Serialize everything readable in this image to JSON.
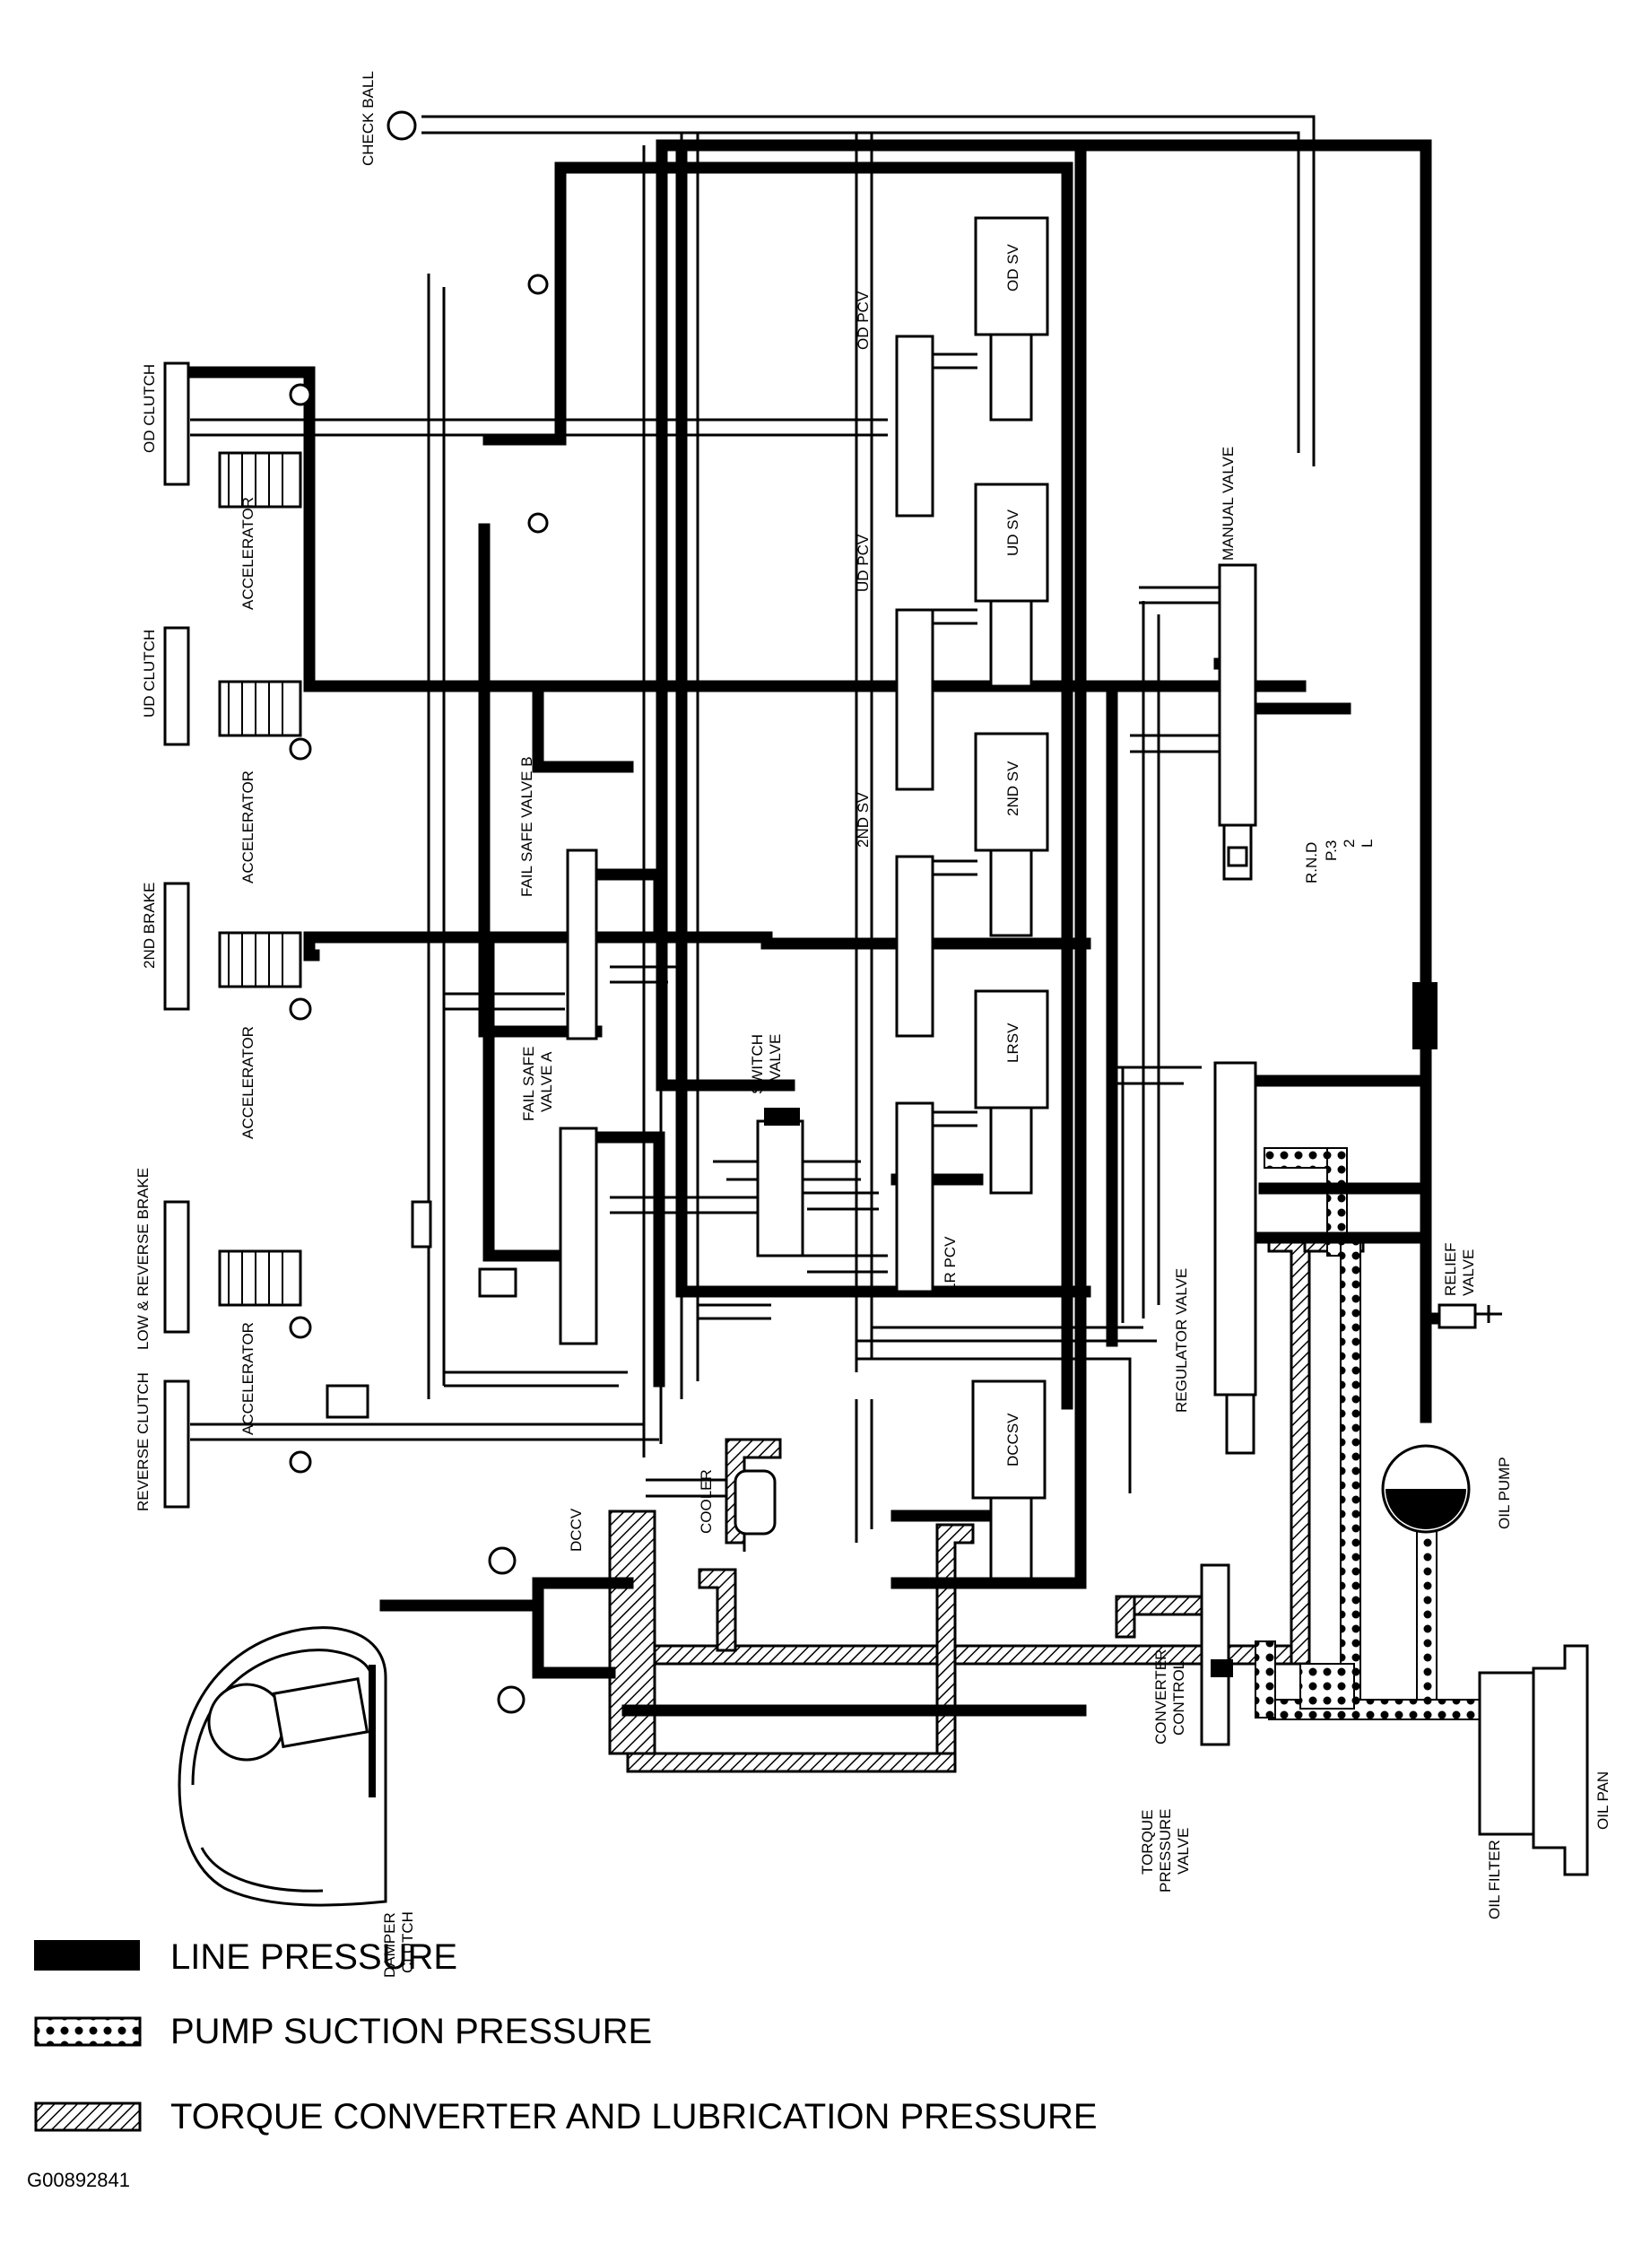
{
  "labels": {
    "check_ball": "CHECK BALL",
    "od_clutch": "OD CLUTCH",
    "ud_clutch": "UD CLUTCH",
    "second_brake": "2ND BRAKE",
    "low_reverse_brake": "LOW & REVERSE BRAKE",
    "reverse_clutch": "REVERSE CLUTCH",
    "accelerator": "ACCELERATOR",
    "fail_safe_valve_b": "FAIL SAFE VALVE B",
    "fail_safe_valve_a_1": "FAIL SAFE",
    "fail_safe_valve_a_2": "VALVE A",
    "switch_valve_1": "SWITCH",
    "switch_valve_2": "VALVE",
    "od_pcv": "OD PCV",
    "ud_pcv": "UD PCV",
    "second_sv": "2ND SV",
    "lr_pcv": "LR PCV",
    "od_sv": "OD SV",
    "ud_sv": "UD SV",
    "second_sv_box": "2ND SV",
    "lrsv": "LRSV",
    "dcsv": "DCCSV",
    "manual_valve": "MANUAL VALVE",
    "range_1": "R.N.D",
    "range_2": "P.3",
    "range_3": "2",
    "range_4": "L",
    "relief_valve_1": "RELIEF",
    "relief_valve_2": "VALVE",
    "regulator_valve": "REGULATOR VALVE",
    "oil_pump": "OIL PUMP",
    "cooler": "COOLER",
    "dccv": "DCCV",
    "damper_clutch_1": "DAMPER",
    "damper_clutch_2": "CLUTCH",
    "converter_control_1": "CONVERTER",
    "converter_control_2": "CONTROL",
    "torque_pressure_valve_1": "TORQUE",
    "torque_pressure_valve_2": "PRESSURE",
    "torque_pressure_valve_3": "VALVE",
    "oil_filter": "OIL FILTER",
    "oil_pan": "OIL PAN"
  },
  "legend": [
    {
      "key": "line",
      "label": "LINE PRESSURE"
    },
    {
      "key": "suction",
      "label": "PUMP SUCTION PRESSURE"
    },
    {
      "key": "lube",
      "label": "TORQUE CONVERTER AND LUBRICATION PRESSURE"
    }
  ],
  "figure_code": "G00892841"
}
